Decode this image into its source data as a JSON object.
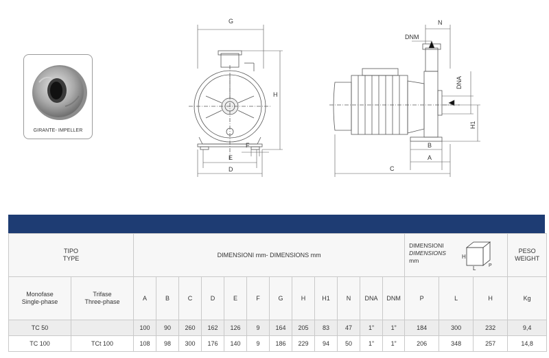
{
  "impeller": {
    "caption": "GIRANTE- IMPELLER"
  },
  "front_view": {
    "labels": {
      "G": "G",
      "H": "H",
      "F": "F",
      "E": "E",
      "D": "D"
    }
  },
  "side_view": {
    "labels": {
      "N": "N",
      "DNM": "DNM",
      "DNA": "DNA",
      "H1": "H1",
      "B": "B",
      "A": "A",
      "C": "C"
    }
  },
  "table": {
    "tipo_line1": "TIPO",
    "tipo_line2": "TYPE",
    "dimensions_header": "DIMENSIONI mm- DIMENSIONS mm",
    "packaging_line1": "DIMENSIONI",
    "packaging_line2": "DIMENSIONS",
    "packaging_line3": "mm",
    "packaging_icon_labels": {
      "H": "H",
      "L": "L",
      "P": "P"
    },
    "weight_line1": "PESO",
    "weight_line2": "WEIGHT",
    "monofase_line1": "Monofase",
    "monofase_line2": "Single-phase",
    "trifase_line1": "Trifase",
    "trifase_line2": "Three-phase",
    "columns": [
      "A",
      "B",
      "C",
      "D",
      "E",
      "F",
      "G",
      "H",
      "H1",
      "N",
      "DNA",
      "DNM",
      "P",
      "L",
      "H",
      "Kg"
    ],
    "rows": [
      {
        "mono": "TC 50",
        "tri": "",
        "values": [
          "100",
          "90",
          "260",
          "162",
          "126",
          "9",
          "164",
          "205",
          "83",
          "47",
          "1”",
          "1”",
          "184",
          "300",
          "232",
          "9,4"
        ]
      },
      {
        "mono": "TC 100",
        "tri": "TCt 100",
        "values": [
          "108",
          "98",
          "300",
          "176",
          "140",
          "9",
          "186",
          "229",
          "94",
          "50",
          "1”",
          "1”",
          "206",
          "348",
          "257",
          "14,8"
        ]
      }
    ]
  },
  "colors": {
    "banner": "#1e3c73",
    "line": "#555555",
    "border": "#c9c9c9"
  }
}
